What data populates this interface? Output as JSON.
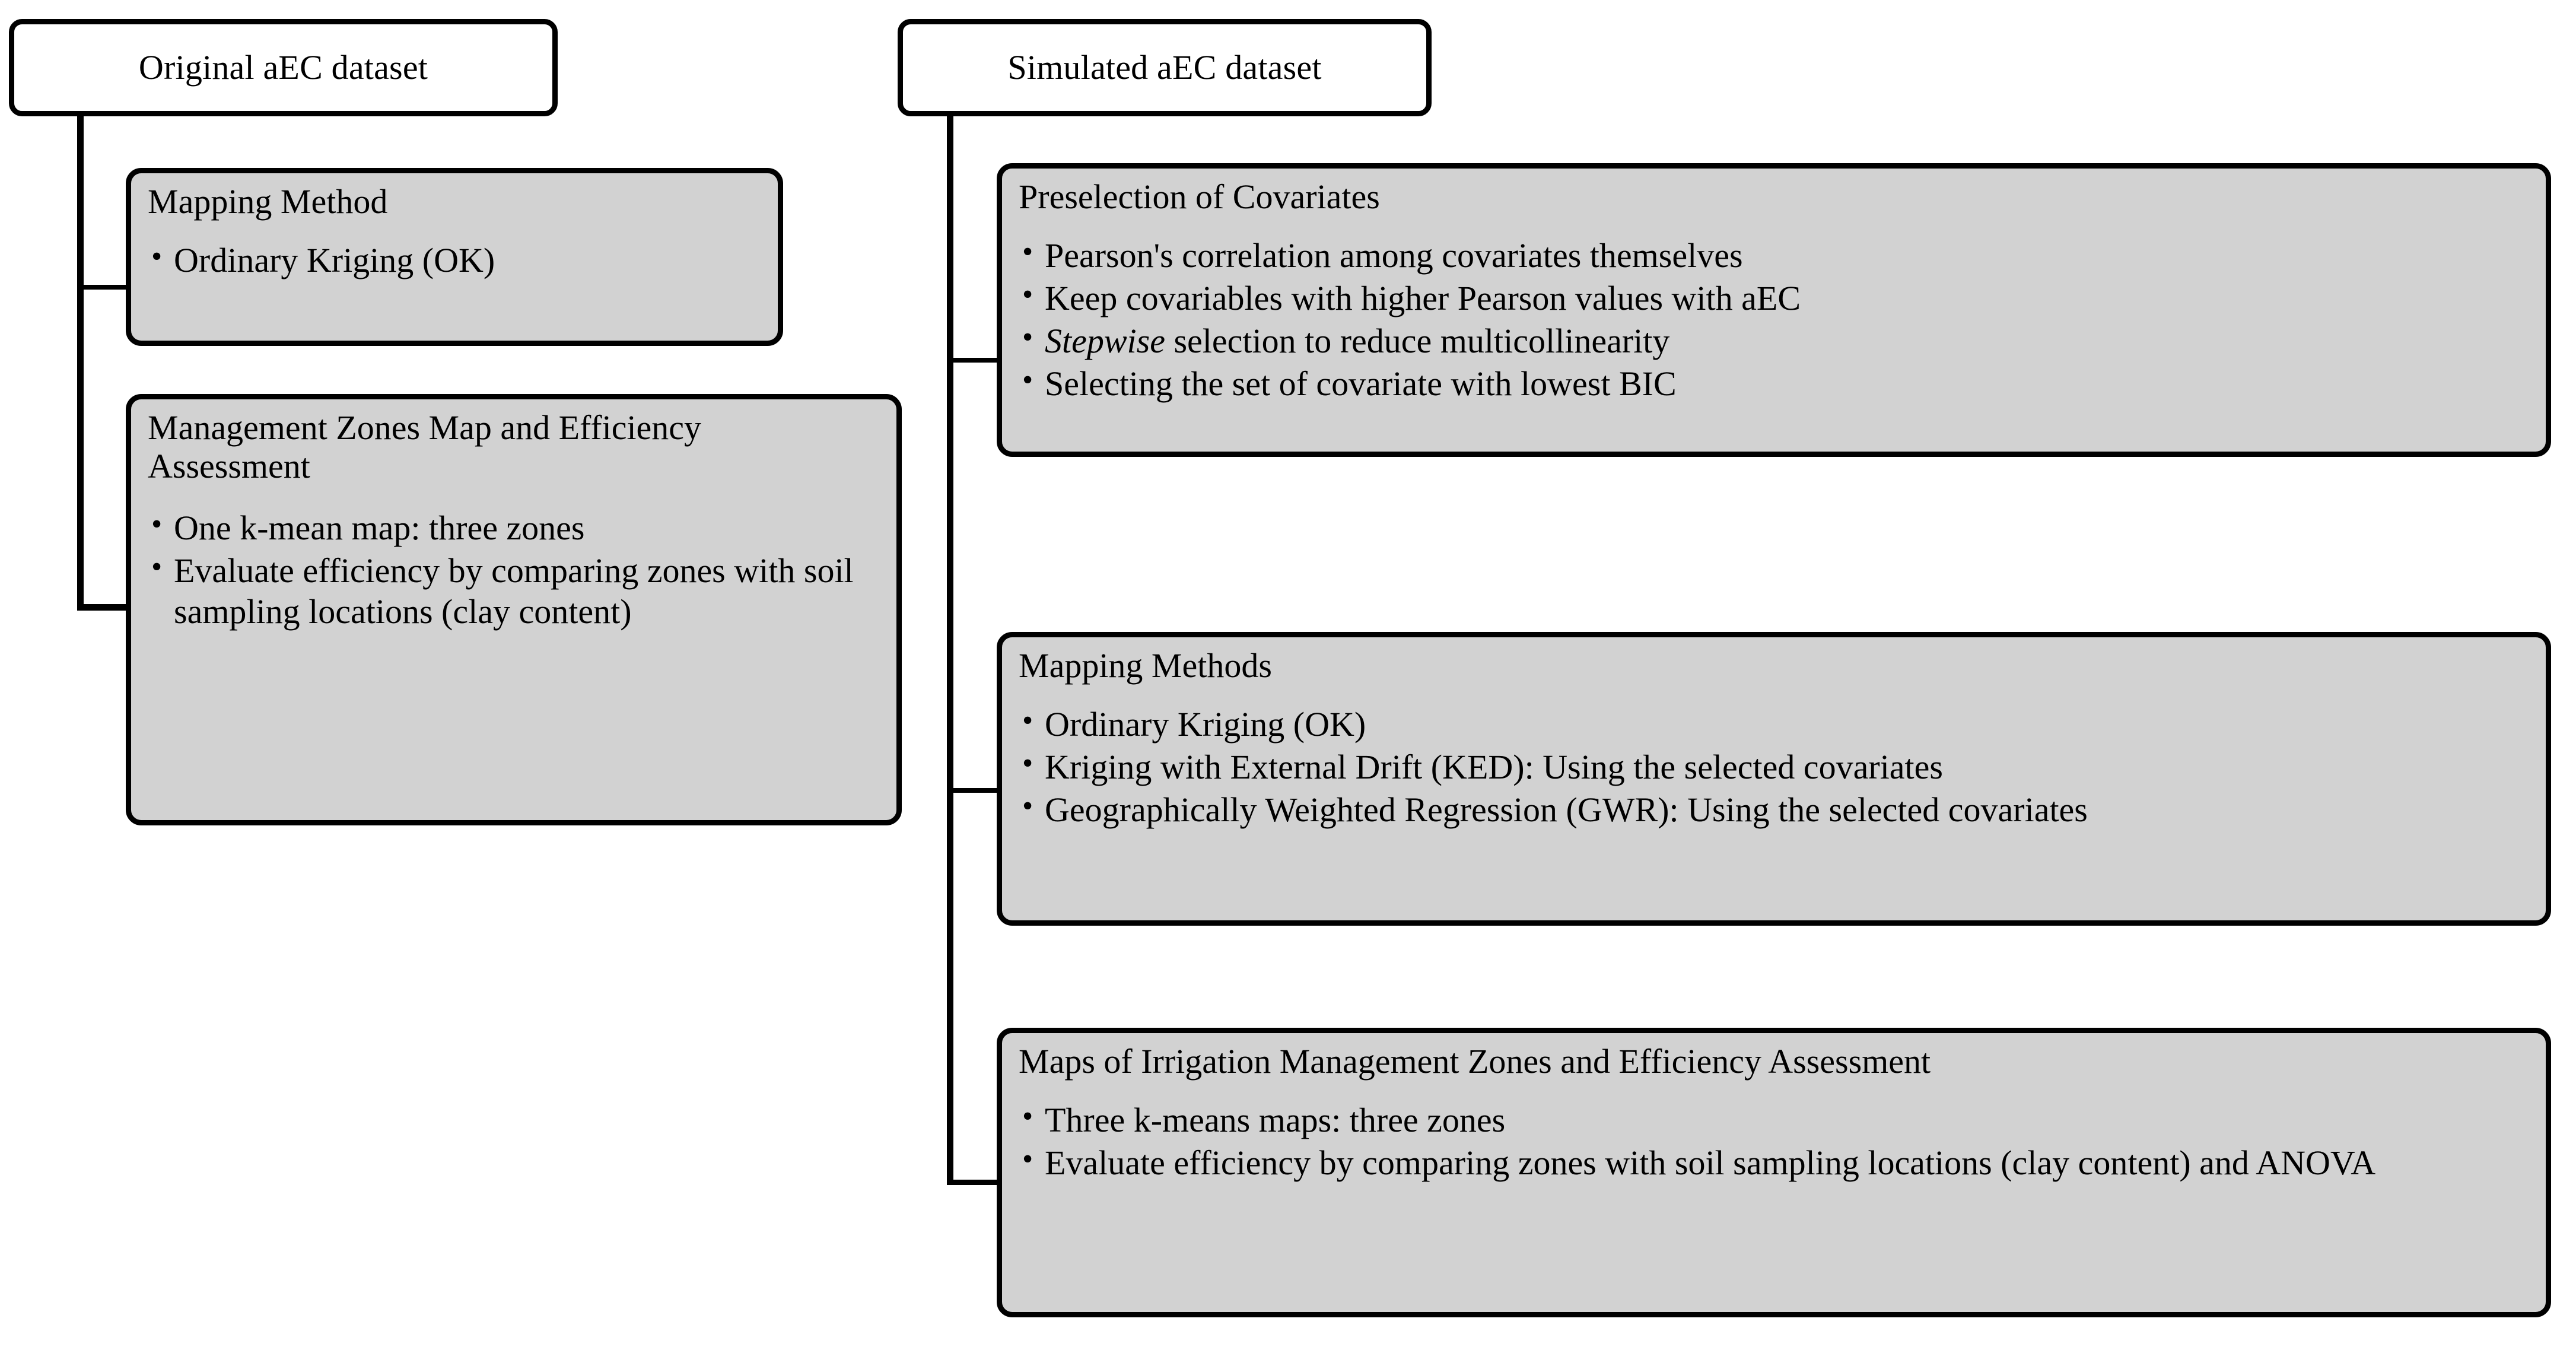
{
  "diagram": {
    "title_left": "Original aEC dataset",
    "title_right": "Simulated aEC dataset",
    "colors": {
      "box_fill": "#d2d2d2",
      "header_fill": "#ffffff",
      "stroke": "#000000",
      "page_background": "#ffffff"
    },
    "left_branch": {
      "root": "Original aEC dataset",
      "nodes": [
        {
          "heading": "Mapping Method",
          "bullets": [
            "Ordinary Kriging (OK)"
          ]
        },
        {
          "heading": "Management Zones Map and Efficiency Assessment",
          "bullets": [
            "One k-mean map: three zones",
            "Evaluate efficiency by comparing zones with soil sampling locations (clay content)"
          ]
        }
      ]
    },
    "right_branch": {
      "root": "Simulated aEC dataset",
      "nodes": [
        {
          "heading": "Preselection of Covariates",
          "bullets": [
            "Pearson's correlation among covariates themselves",
            "Keep covariables with higher Pearson values with aEC",
            "Stepwise selection to reduce multicollinearity",
            "Selecting the set of covariate with lowest BIC"
          ],
          "bullet_2_italic_prefix": "Stepwise",
          "bullet_2_rest": " selection to reduce multicollinearity"
        },
        {
          "heading": "Mapping Methods",
          "bullets": [
            "Ordinary Kriging (OK)",
            "Kriging with External Drift (KED): Using the selected covariates",
            "Geographically Weighted Regression (GWR): Using the selected covariates"
          ]
        },
        {
          "heading": "Maps of Irrigation Management Zones and Efficiency Assessment",
          "bullets": [
            "Three k-means maps: three zones",
            "Evaluate efficiency by comparing zones with soil sampling locations (clay content) and ANOVA"
          ]
        }
      ]
    }
  }
}
